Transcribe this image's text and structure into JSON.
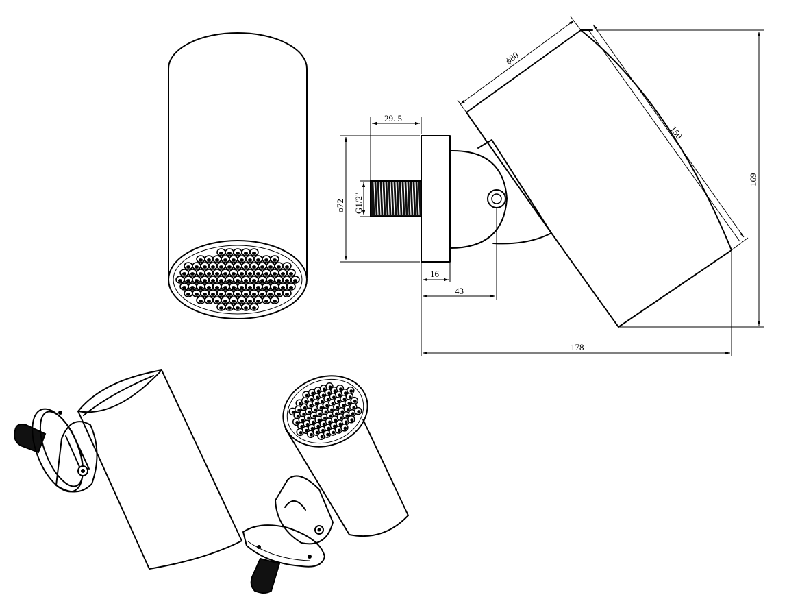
{
  "drawing": {
    "dimensions": {
      "d80": "ϕ80",
      "len150": "150",
      "h169": "169",
      "w29_5": "29. 5",
      "d72": "ϕ72",
      "thread": "G1/2\"",
      "w16": "16",
      "w43": "43",
      "w178": "178"
    }
  }
}
